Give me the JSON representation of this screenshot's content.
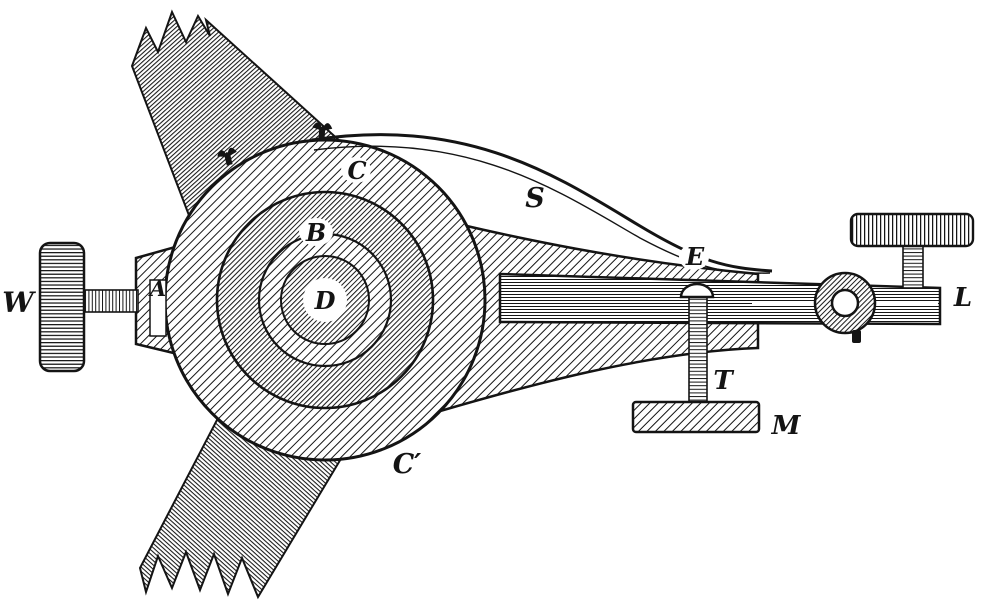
{
  "colors": {
    "ink": "#141414",
    "paper": "#ffffff"
  },
  "labels": {
    "w": "W",
    "a": "A",
    "b": "B",
    "c": "C",
    "c_prime": "C′",
    "d": "D",
    "s": "S",
    "e": "E",
    "t": "T",
    "m": "M",
    "l": "L"
  }
}
